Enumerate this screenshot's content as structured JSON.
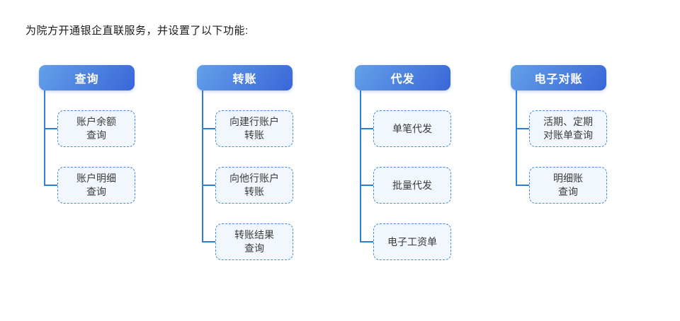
{
  "title": "为院方开通银企直联服务，并设置了以下功能:",
  "colors": {
    "header_gradient_start": "#64A0E8",
    "header_gradient_end": "#3A66D8",
    "connector_line": "#2E7FD6",
    "child_border": "#3D8EE4",
    "child_background": "#F2F7FD",
    "header_text": "#FFFFFF",
    "child_text": "#3B3B3B",
    "title_text": "#1A1A1A"
  },
  "columns": [
    {
      "header": "查询",
      "children": [
        "账户余额\n查询",
        "账户明细\n查询"
      ]
    },
    {
      "header": "转账",
      "children": [
        "向建行账户\n转账",
        "向他行账户\n转账",
        "转账结果\n查询"
      ]
    },
    {
      "header": "代发",
      "children": [
        "单笔代发",
        "批量代发",
        "电子工资单"
      ]
    },
    {
      "header": "电子对账",
      "children": [
        "活期、定期\n对账单查询",
        "明细账\n查询"
      ]
    }
  ]
}
